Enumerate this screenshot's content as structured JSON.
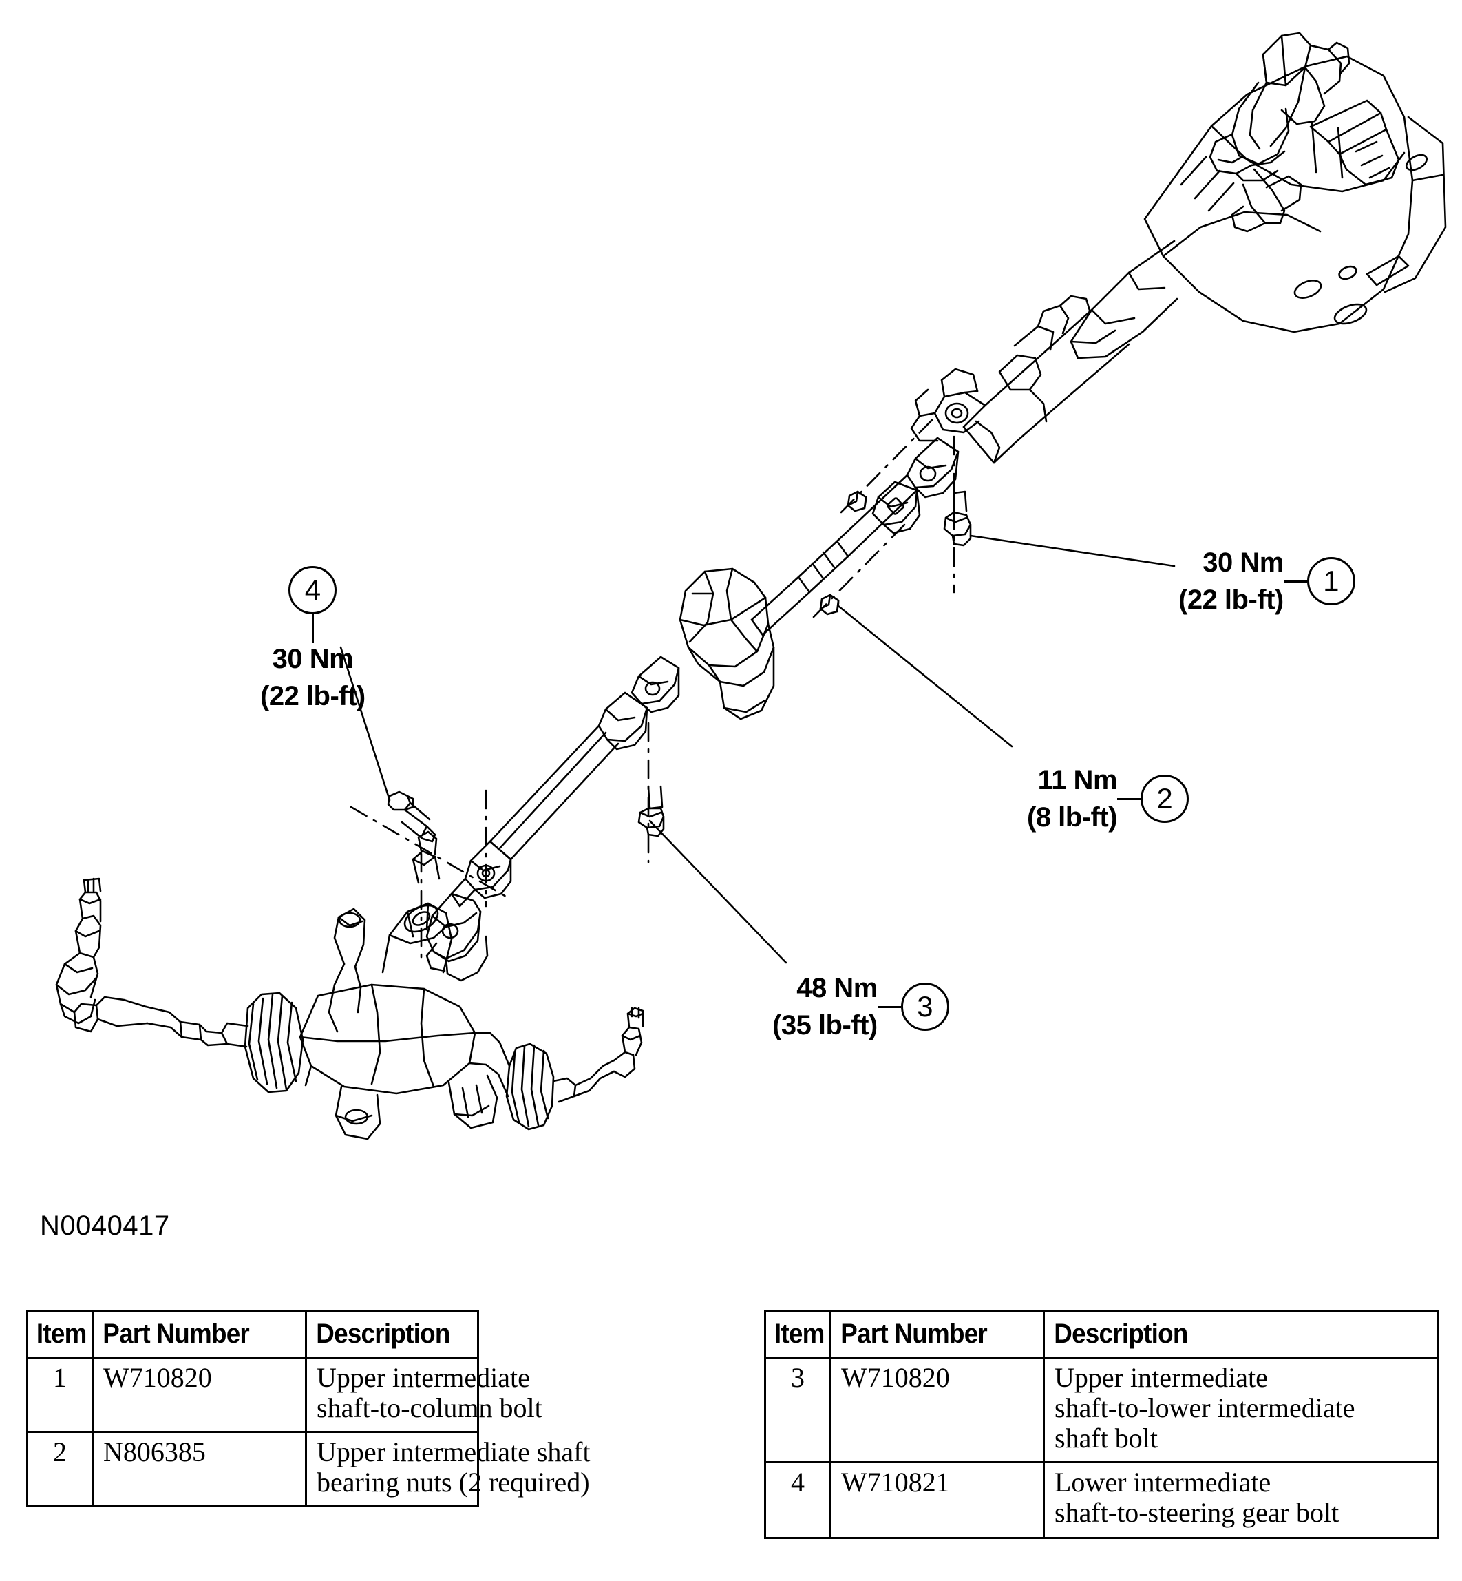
{
  "figure": {
    "id": "N0040417",
    "title": "Steering column and intermediate shaft exploded view"
  },
  "callouts": [
    {
      "number": "1",
      "torque_nm": "30 Nm",
      "torque_lbft": "(22 lb-ft)",
      "layout": "text-left-bubble-right",
      "target": "upper-intermediate-shaft-to-column-bolt"
    },
    {
      "number": "2",
      "torque_nm": "11 Nm",
      "torque_lbft": "(8 lb-ft)",
      "layout": "text-left-bubble-right",
      "target": "upper-intermediate-shaft-bearing-nuts"
    },
    {
      "number": "3",
      "torque_nm": "48 Nm",
      "torque_lbft": "(35 lb-ft)",
      "layout": "text-left-bubble-right",
      "target": "upper-to-lower-intermediate-shaft-bolt"
    },
    {
      "number": "4",
      "torque_nm": "30 Nm",
      "torque_lbft": "(22 lb-ft)",
      "layout": "bubble-above-text-below",
      "target": "lower-intermediate-shaft-to-steering-gear-bolt"
    }
  ],
  "tables": {
    "columns": [
      "Item",
      "Part Number",
      "Description"
    ],
    "left": {
      "headers": [
        "Item",
        "Part Number",
        "Description"
      ],
      "rows": [
        {
          "item": "1",
          "part_number": "W710820",
          "description_lines": [
            "Upper intermediate",
            "shaft-to-column bolt"
          ]
        },
        {
          "item": "2",
          "part_number": "N806385",
          "description_lines": [
            "Upper intermediate shaft",
            "bearing nuts (2 required)"
          ]
        }
      ]
    },
    "right": {
      "headers": [
        "Item",
        "Part Number",
        "Description"
      ],
      "rows": [
        {
          "item": "3",
          "part_number": "W710820",
          "description_lines": [
            "Upper intermediate",
            "shaft-to-lower intermediate",
            "shaft bolt"
          ]
        },
        {
          "item": "4",
          "part_number": "W710821",
          "description_lines": [
            "Lower intermediate",
            "shaft-to-steering gear bolt"
          ]
        }
      ]
    }
  },
  "colors": {
    "line": "#000000",
    "background": "#ffffff"
  }
}
